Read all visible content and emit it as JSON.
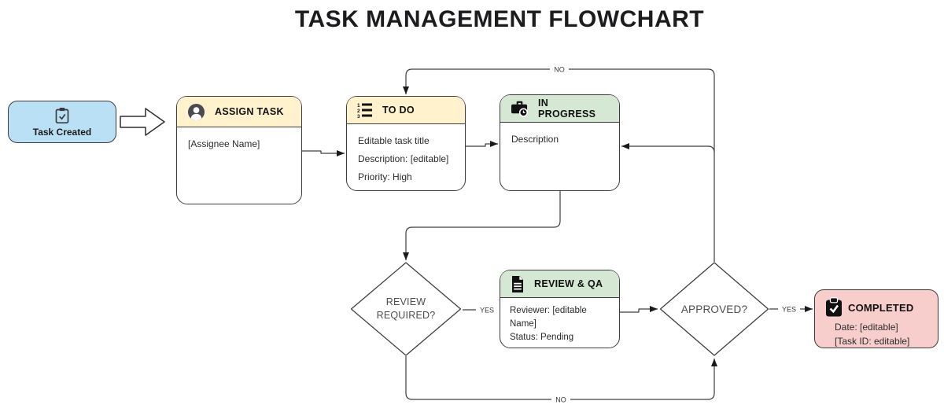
{
  "title": "TASK MANAGEMENT FLOWCHART",
  "colors": {
    "node_blue": "#BAE0F5",
    "header_yellow": "#FFF2CC",
    "header_green": "#D5E8D4",
    "node_pink": "#F8CECC",
    "node_border": "#3C3C3C",
    "connector": "#3D3D3D"
  },
  "nodes": {
    "task_created": {
      "icon": "clipboard-check-icon",
      "label": "Task Created"
    },
    "assign_task": {
      "icon": "user-avatar-icon",
      "title": "ASSIGN TASK",
      "lines": [
        "[Assignee Name]"
      ]
    },
    "todo": {
      "icon": "numbered-list-icon",
      "title": "TO DO",
      "lines": [
        "Editable task title",
        "Description: [editable]",
        "Priority: High"
      ]
    },
    "in_progress": {
      "icon": "briefcase-clock-icon",
      "title": "IN PROGRESS",
      "lines": [
        "Description"
      ]
    },
    "review_required": {
      "label": "REVIEW REQUIRED?"
    },
    "review_qa": {
      "icon": "document-icon",
      "title": "REVIEW & QA",
      "lines": [
        "Reviewer: [editable Name]",
        "Status: Pending"
      ]
    },
    "approved": {
      "label": "APPROVED?"
    },
    "completed": {
      "icon": "clipboard-check-icon",
      "title": "COMPLETED",
      "lines": [
        "Date: [editable]",
        "[Task ID: editable]"
      ]
    }
  },
  "edges": {
    "review_yes_label": "YES",
    "approved_yes_label": "YES",
    "approved_no_label": "NO",
    "review_no_label": "NO"
  }
}
